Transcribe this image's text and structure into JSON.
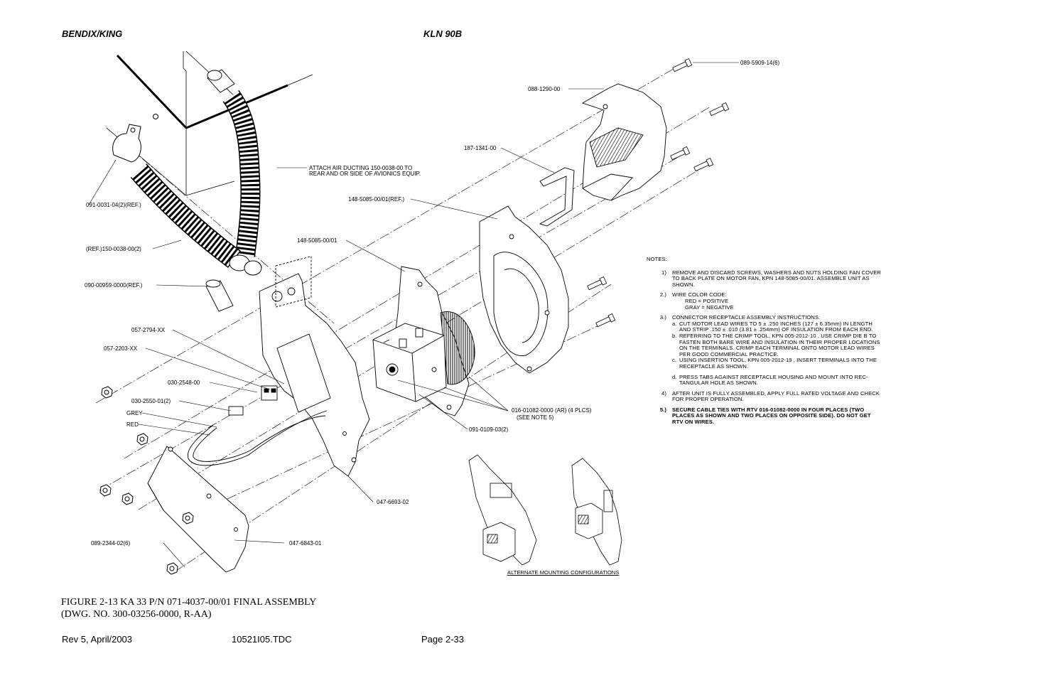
{
  "header": {
    "left": "BENDIX/KING",
    "center": "KLN 90B"
  },
  "callouts": {
    "c1": "089-5909-14(6)",
    "c2": "088-1290-00",
    "c3": "187-1341-00",
    "c4": "148-5085-00/01(REF.)",
    "c5": "148-5085-00/01",
    "c6": "ATTACH AIR DUCTING 150-0038-00 TO",
    "c6b": "REAR AND OR SIDE OF AVIONICS EQUIP.",
    "c7": "091-0031-04(2)(REF.)",
    "c8": "(REF.)150-0038-00(2)",
    "c9": "090-00959-0000(REF.)",
    "c10": "057-2794-XX",
    "c11": "057-2203-XX",
    "c12": "030-2548-00",
    "c13": "030-2550-01(2)",
    "c14": "GREY",
    "c15": "RED",
    "c16": "016-01082-0000 (AR) (4 PLCS)",
    "c16b": "(SEE NOTE 5)",
    "c17": "091-0109-03(2)",
    "c18": "047-6693-02",
    "c19": "047-6843-01",
    "c20": "089-2344-02(6)"
  },
  "notes": {
    "title": "NOTES:",
    "n1_num": "1)",
    "n1": "REMOVE AND DISCARD SCREWS, WASHERS AND NUTS HOLDING FAN COVER TO BACK PLATE ON MOTOR FAN, KPN 148-5085-00/01. ASSEMBLE UNIT AS SHOWN.",
    "n2_num": "2.)",
    "n2": "WIRE COLOR CODE:",
    "n2a": "RED = POSITIVE",
    "n2b": "GRAY = NEGATIVE",
    "n3_num": "3.)",
    "n3": "CONNECTOR RECEPTACLE ASSEMBLY INSTRUCTIONS:",
    "n3a_l": "a.",
    "n3a": "CUT MOTOR LEAD WIRES TO 5 ± .250 INCHES (127 ± 6.35mm) IN LENGTH AND STRIP .150 ± .010 (3.81 ± .254mm) OF INSULATION FROM EACH END.",
    "n3b_l": "b.",
    "n3b": "REFERRING TO THE CRIMP TOOL, KPN 005-2012-10 , USE CRIMP DIE B TO FASTEN BOTH BARE WIRE AND INSULATION IN THEIR PROPER LOCATIONS ON THE TERMINALS. CRIMP EACH TERMINAL ONTO MOTOR LEAD WIRES PER GOOD COMMERCIAL PRACTICE.",
    "n3c_l": "c.",
    "n3c": "USING INSERTION TOOL, KPN 005-2012-19 , INSERT TERMINALS INTO THE RECEPTACLE AS SHOWN.",
    "n3d_l": "d.",
    "n3d": "PRESS TABS AGAINST RECEPTACLE HOUSING AND MOUNT INTO REC-TANGULAR HOLE AS SHOWN.",
    "n4_num": "4)",
    "n4": "AFTER UNIT IS FULLY ASSEMBLED, APPLY FULL RATED VOLTAGE AND CHECK FOR PROPER OPERATION.",
    "n5_num": "5.)",
    "n5": "SECURE CABLE TIES WITH RTV 016-01082-0000 IN FOUR PLACES (TWO PLACES AS SHOWN AND TWO PLACES ON OPPOSITE SIDE). DO NOT GET RTV ON WIRES."
  },
  "alt_label": "ALTERNATE MOUNTING CONFIGURATIONS",
  "caption": {
    "line1": "FIGURE 2-13 KA 33 P/N 071-4037-00/01 FINAL ASSEMBLY",
    "line2": "(DWG. NO. 300-03256-0000, R-AA)"
  },
  "footer": {
    "rev": "Rev 5, April/2003",
    "file": "10521I05.TDC",
    "page": "Page 2-33"
  }
}
